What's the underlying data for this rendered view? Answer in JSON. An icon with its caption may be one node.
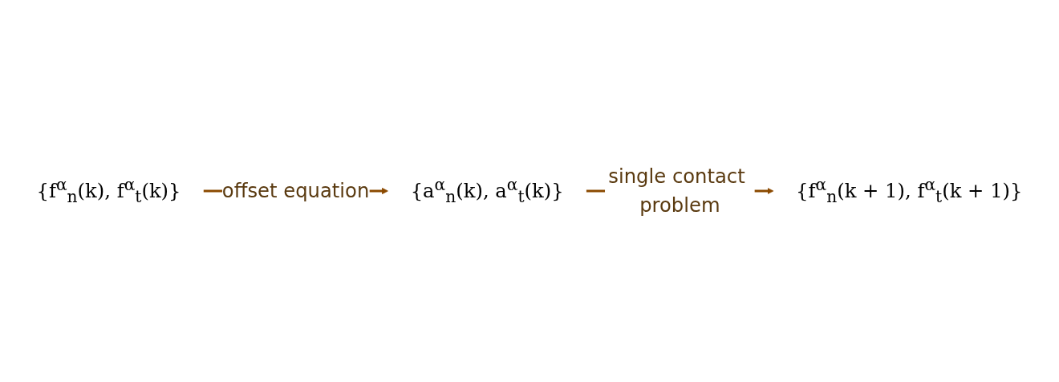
{
  "diagram": {
    "nodes": [
      {
        "text": [
          "{f$^{α}$$_{n}$(k), f$^{α}$$_{t}$(k)}"
        ]
      },
      {
        "text": [
          "{a$^{α}$$_{n}$(k), a$^{α}$$_{t}$(k)}"
        ]
      },
      {
        "text": [
          "{f$^{α}$$_{n}$(k + 1), f$^{α}$$_{t}$(k + 1)}"
        ]
      }
    ],
    "edges": [
      {
        "from": 0,
        "to": 1,
        "arrow": "to",
        "label": "offset equation"
      },
      {
        "from": 1,
        "to": 2,
        "arrow": "to",
        "label": "single contact problem"
      }
    ]
  }
}
